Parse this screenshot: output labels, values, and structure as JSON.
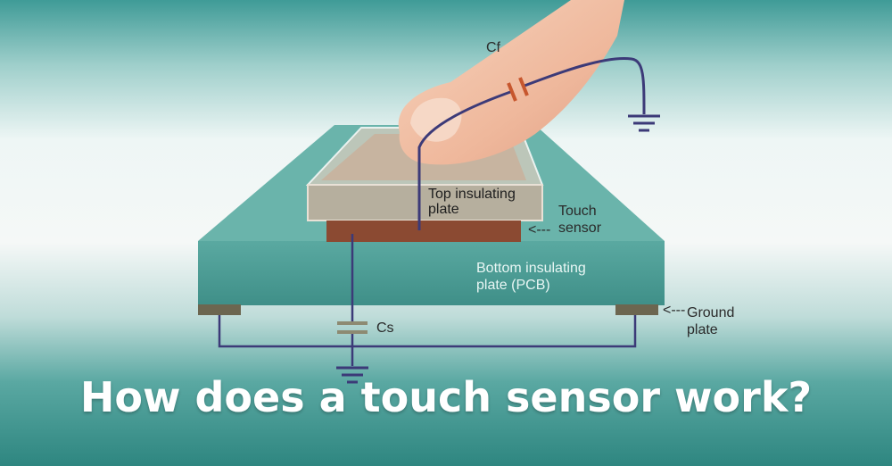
{
  "labels": {
    "cf": "Cf",
    "top_insulating_plate": [
      "Top insulating",
      "plate"
    ],
    "touch_sensor": [
      "Touch",
      "sensor"
    ],
    "bottom_insulating_plate": [
      "Bottom insulating",
      "plate (PCB)"
    ],
    "ground_plate": [
      "Ground",
      "plate"
    ],
    "cs": "Cs",
    "pointer_touch": "<---",
    "pointer_ground": "<---"
  },
  "headline": "How does a touch sensor work?",
  "colors": {
    "pcb": "#52a39b",
    "pcb_top": "#6bb7ae",
    "sensor": "#8b4a32",
    "top_plate": "#c9b7a4",
    "wire": "#3c3a78",
    "cap_cf": "#c7572e",
    "cap_cs": "#8d8a72",
    "ground_pad": "#6c6650",
    "finger": "#f3c4aa"
  }
}
